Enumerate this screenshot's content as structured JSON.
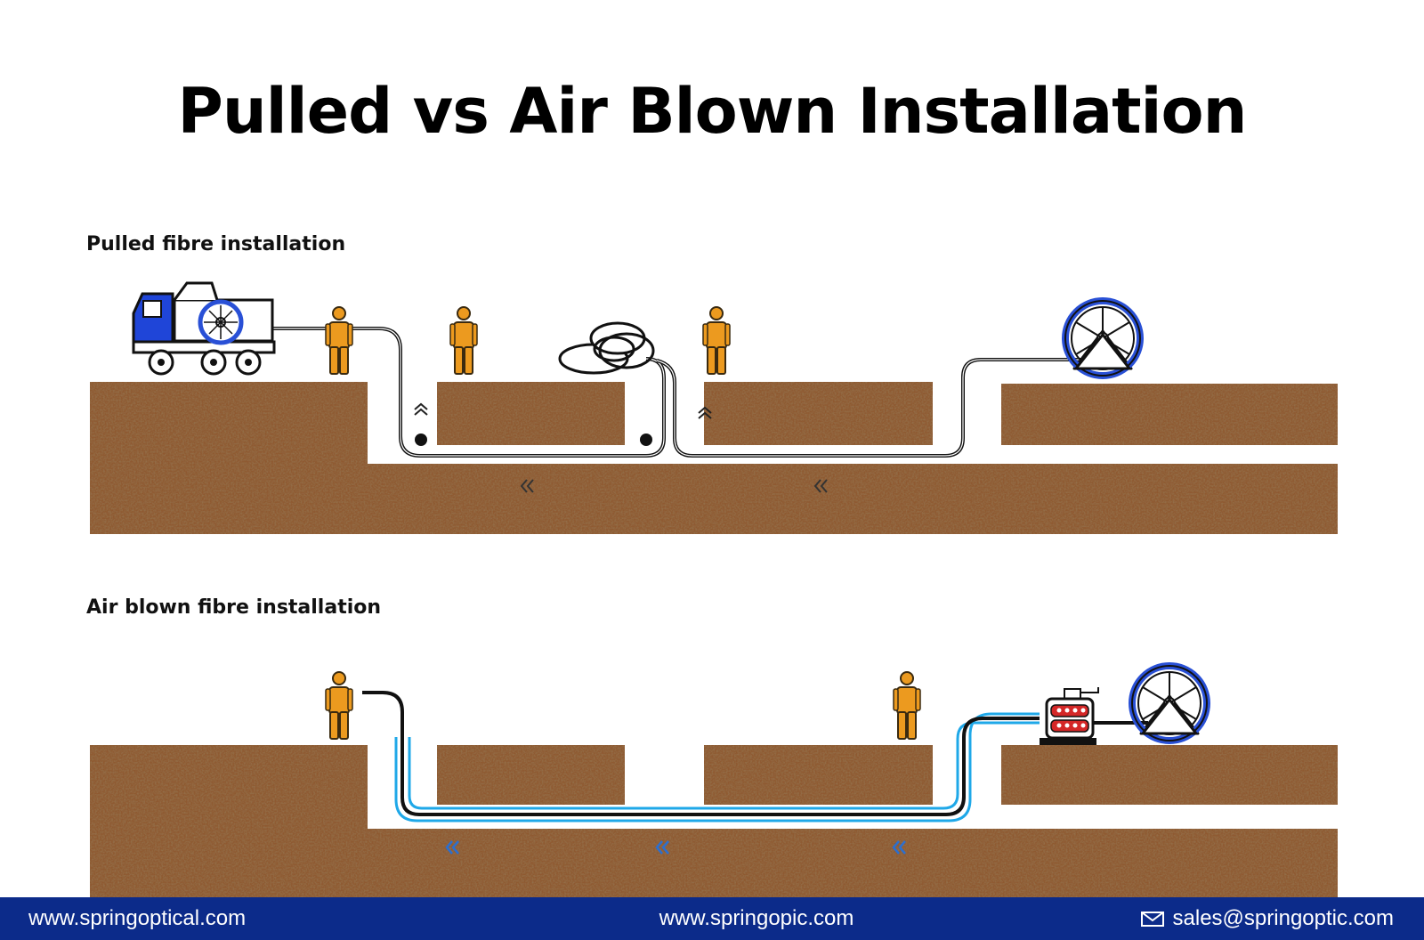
{
  "title": "Pulled vs Air Blown Installation",
  "sections": [
    {
      "label": "Pulled fibre installation"
    },
    {
      "label": "Air blown fibre installation"
    }
  ],
  "footer": {
    "left": "www.springoptical.com",
    "center": "www.springopic.com",
    "right": "sales@springoptic.com"
  },
  "colors": {
    "soil": "#8f5a32",
    "worker": "#ec9a1f",
    "truck": "#1f45d8",
    "reel": "#2950d6",
    "duct": "#1fa8e8",
    "footer_bg": "#0c2b8a"
  },
  "icons": [
    "truck-icon",
    "cable-reel-icon",
    "worker-icon",
    "cable-coil-icon",
    "pulley-icon",
    "blowing-machine-icon",
    "direction-arrow-icon",
    "mail-icon"
  ]
}
